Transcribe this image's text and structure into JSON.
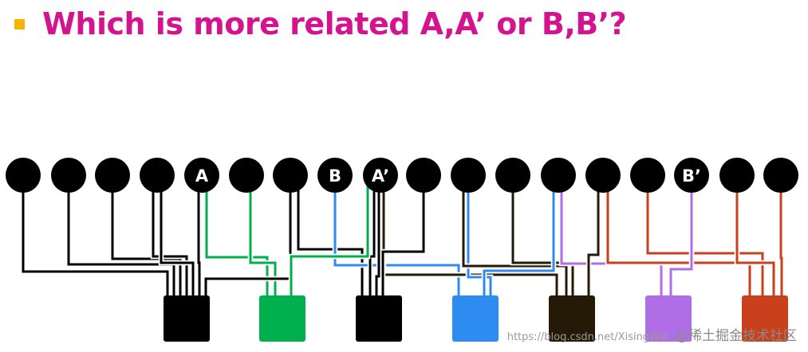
{
  "title": "Which is more related A,A’ or B,B’?",
  "bullet_color": "#f4b400",
  "node_labels": [
    "",
    "",
    "",
    "",
    "A",
    "",
    "",
    "B",
    "A’",
    "",
    "",
    "",
    "",
    "",
    "",
    "B’",
    "",
    ""
  ],
  "groups": [
    {
      "color": "#000000"
    },
    {
      "color": "#00b04f"
    },
    {
      "color": "#000000"
    },
    {
      "color": "#2e8bf0"
    },
    {
      "color": "#241a05"
    },
    {
      "color": "#b06ee6"
    },
    {
      "color": "#c9401c"
    }
  ],
  "watermark": {
    "url": "https://blog.csdn.net/XisingWei",
    "site": "@稀土掘金技术社区"
  }
}
